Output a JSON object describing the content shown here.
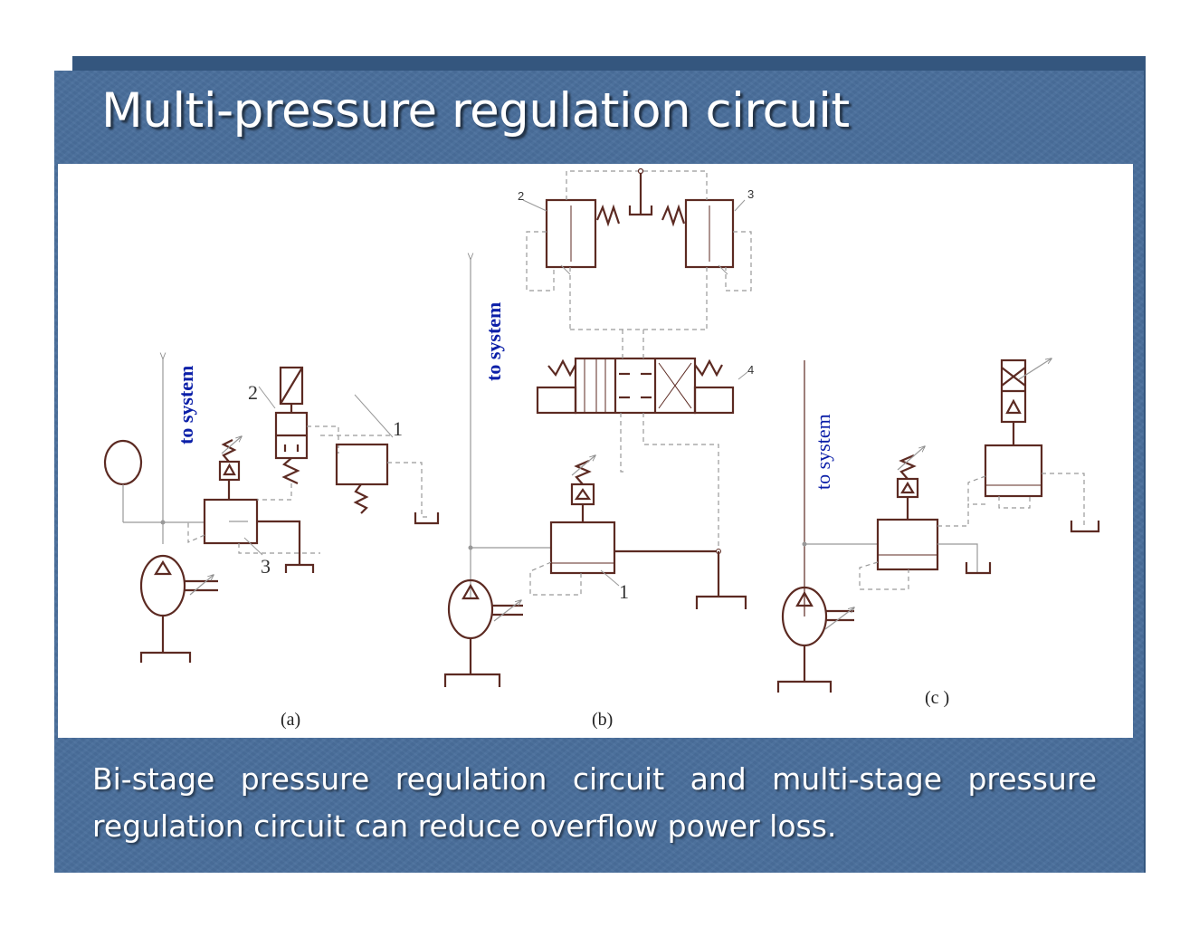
{
  "slide": {
    "title": "Multi-pressure regulation circuit",
    "caption": "Bi-stage pressure regulation circuit and multi-stage pressure regulation circuit can reduce overflow power loss."
  },
  "diagram": {
    "line_color": "#5c2a22",
    "accent_color": "#0b1fa8",
    "panel_a": {
      "to_system": "to system",
      "num_1": "1",
      "num_2": "2",
      "num_3": "3",
      "caption": "(a)"
    },
    "panel_b": {
      "to_system": "to system",
      "num_1": "1",
      "num_2": "2",
      "num_3": "3",
      "num_4": "4",
      "caption": "(b)"
    },
    "panel_c": {
      "to_system": "to system",
      "caption": "(c )"
    }
  }
}
